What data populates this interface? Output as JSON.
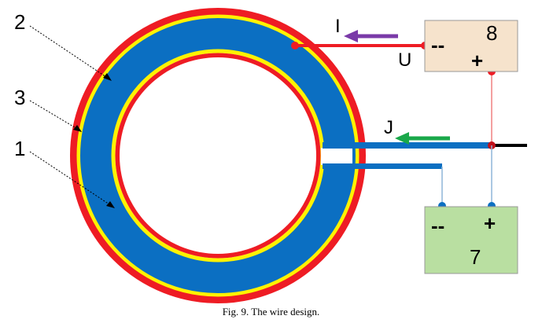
{
  "labels": {
    "part_1": "1",
    "part_2": "2",
    "part_3": "3",
    "box_top": "8",
    "box_bottom": "7",
    "current_i": "I",
    "current_j": "J",
    "voltage_u": "U",
    "top_minus": "--",
    "top_plus": "+",
    "bottom_minus": "--",
    "bottom_plus": "+"
  },
  "caption": "Fig. 9. The wire design.",
  "colors": {
    "outer_layer": "#ee1c24",
    "yellow_layer": "#fff200",
    "core": "#0b6fc2",
    "purple_arrow": "#7a3aa8",
    "green_arrow": "#1aa84a",
    "box_top_fill": "#f6e3cc",
    "box_bottom_fill": "#b9dfa1",
    "wire_thin": "#8fb6d9"
  }
}
